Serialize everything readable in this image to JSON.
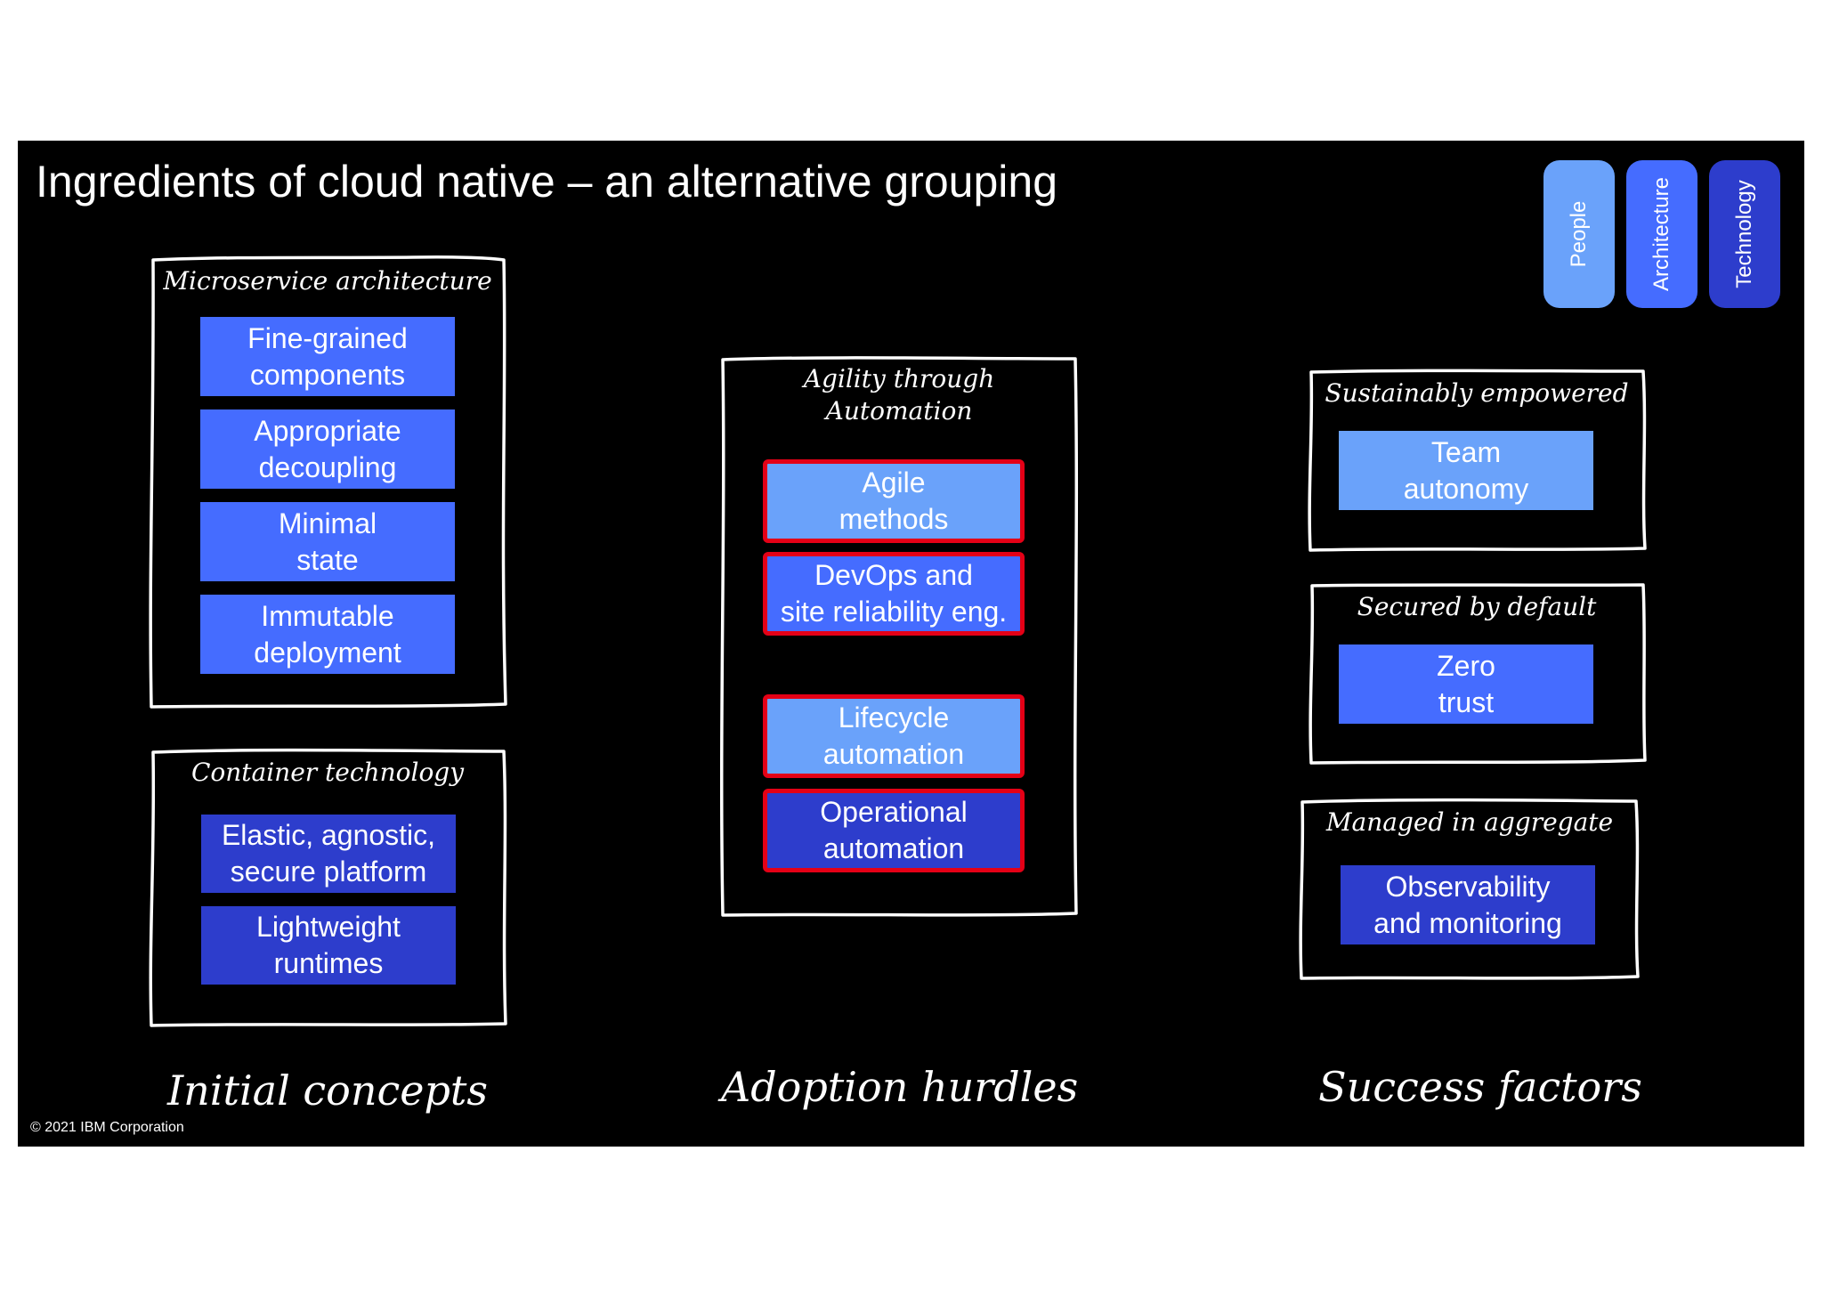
{
  "title": "Ingredients of cloud native – an alternative grouping",
  "legend": [
    {
      "label": "People",
      "color": "#6aa2fa"
    },
    {
      "label": "Architecture",
      "color": "#456cff"
    },
    {
      "label": "Technology",
      "color": "#2d3dcc"
    }
  ],
  "groups": {
    "microservice": {
      "title": "Microservice architecture",
      "items": [
        "Fine-grained\ncomponents",
        "Appropriate\ndecoupling",
        "Minimal\nstate",
        "Immutable\ndeployment"
      ]
    },
    "container": {
      "title": "Container technology",
      "items": [
        "Elastic, agnostic,\nsecure platform",
        "Lightweight\nruntimes"
      ]
    },
    "agility": {
      "title": "Agility through\nAutomation",
      "items": [
        "Agile\nmethods",
        "DevOps and\nsite reliability eng.",
        "Lifecycle\nautomation",
        "Operational\nautomation"
      ]
    },
    "sustainably": {
      "title": "Sustainably empowered",
      "items": [
        "Team\nautonomy"
      ]
    },
    "secured": {
      "title": "Secured by default",
      "items": [
        "Zero\ntrust"
      ]
    },
    "managed": {
      "title": "Managed in aggregate",
      "items": [
        "Observability\nand monitoring"
      ]
    }
  },
  "sections": [
    "Initial concepts",
    "Adoption hurdles",
    "Success factors"
  ],
  "copyright": "© 2021 IBM Corporation",
  "colors": {
    "people": "#6aa2fa",
    "architecture": "#456cff",
    "technology": "#2d3dcc",
    "hurdle_border": "#e40016"
  }
}
